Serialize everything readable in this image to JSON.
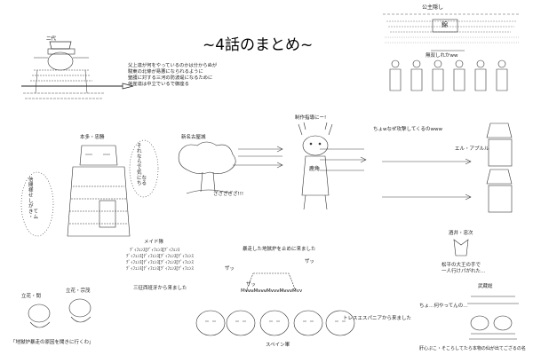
{
  "title": "~4話のまとめ~",
  "panels": {
    "father": {
      "label": "二代",
      "caption": "父上達が何をやっているのかは分からぬが\n駿東の北條が易悪になられるように\n聖護に対する三河の防波堤になるために\n信雀達は中立でいるで御座る"
    },
    "kosho": {
      "label": "公主隠し",
      "caption": "無双しれかww",
      "sign": "錦"
    },
    "honda": {
      "label": "本多・忠勝",
      "speech_left": "信\n間\n様\nせ\nし\nが\nきて\n・ム",
      "speech_right": "そ\nれ\nな\nら\nで\n気\nにな\nちる"
    },
    "shinsin": {
      "label": "新名古屋城",
      "ground_text": "ざざざざざ!!!"
    },
    "deer": {
      "label": "制作指導にー!",
      "body_text": "鹿角"
    },
    "ere": {
      "label": "ちょwなぜ攻撃してくるのwww",
      "speaker": "エル・アプルル"
    },
    "maid": {
      "label": "メイド隊",
      "lines": [
        "ﾃﾞｨﾌｪﾝｽ[ﾃﾞｨﾌｪﾝｽ[ﾃﾞｨﾌｪﾝｽ",
        "ﾃﾞｨﾌｪﾝｽ[ﾃﾞｨﾌｪﾝｽ[ﾃﾞｨﾌｪﾝｽ[ﾃﾞｨﾌｪﾝｽ",
        "ﾃﾞｨﾌｪﾝｽ[ﾃﾞｨﾌｪﾝｽ[ﾃﾞｨﾌｪﾝｽ[ﾃﾞｨﾌｪﾝｽ",
        "ﾃﾞｨﾌｪﾝｽ[ﾃﾞｨﾌｪﾝｽ[ﾃﾞｨﾌｪﾝｽ[ﾃﾞｨﾌｪﾝｽ"
      ],
      "footer": "三征西班牙から来ました"
    },
    "spain": {
      "header": "暴走した地獄炉を止めに来ました",
      "zazz": "ザッ",
      "mvw": "MvvvMvvvMvvvMvvvMvv",
      "caption": "スペイン軍",
      "side": "トレスエスパニアから来ました"
    },
    "tachibana": {
      "label_a": "立花・誾",
      "label_b": "立花・宗茂",
      "footer": "「地獄炉暴走の原因を聞きに行くわ」"
    },
    "sakai": {
      "label": "酒井・忠次",
      "caption": "松平の大王の手で\n一人行けパがれた…"
    },
    "musashi": {
      "label": "武蔵総",
      "caption": "ちょ…何やってんの…",
      "footer": "肝心ぷこ・そこらしてたら本物の仙が出てござるの名"
    }
  }
}
